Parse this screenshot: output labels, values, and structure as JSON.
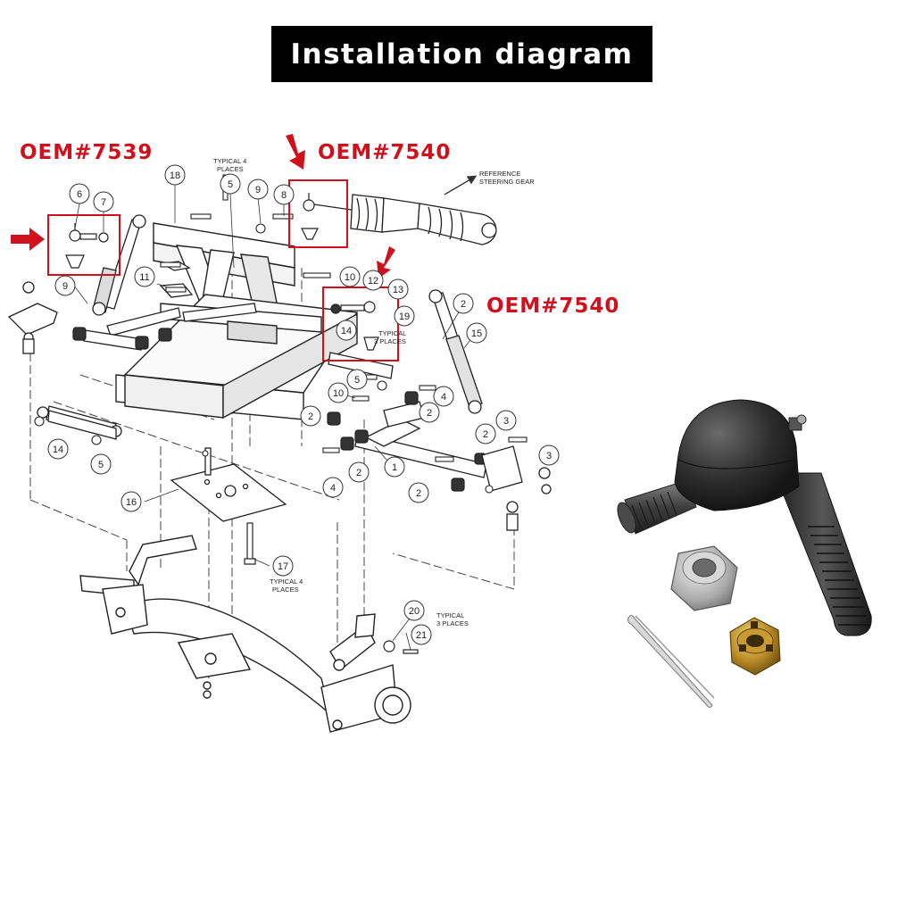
{
  "title": "Installation diagram",
  "oem_labels": {
    "left": "OEM#7539",
    "top": "OEM#7540",
    "right": "OEM#7540"
  },
  "callouts": [
    "1",
    "2",
    "3",
    "4",
    "5",
    "6",
    "7",
    "8",
    "9",
    "10",
    "11",
    "12",
    "13",
    "14",
    "15",
    "16",
    "17",
    "18",
    "19",
    "20",
    "21"
  ],
  "notes": {
    "typical_4_places_a": "TYPICAL 4",
    "typical_4_places_b": "PLACES",
    "reference_a": "REFERENCE",
    "reference_b": "STEERING GEAR",
    "typical_3_places_a": "TYPICAL",
    "typical_3_places_b": "3 PLACES",
    "typical_4_places_c": "TYPICAL 4",
    "typical_4_places_d": "PLACES",
    "typical_3_places_c": "TYPICAL",
    "typical_3_places_d": "3 PLACES"
  },
  "colors": {
    "highlight": "#d0101c",
    "banner": "#000000",
    "line": "#333333"
  },
  "icons": [
    "arrow-down-icon",
    "arrow-right-icon",
    "tie-rod-end-photo",
    "hex-nut-photo",
    "castle-nut-photo",
    "cotter-pin-photo"
  ]
}
